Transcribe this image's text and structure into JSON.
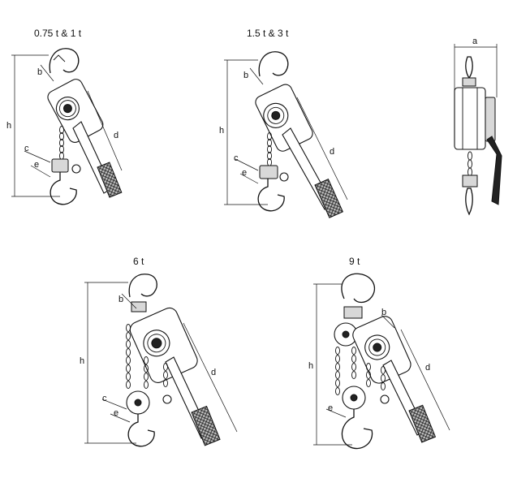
{
  "titles": {
    "hoist1": "0.75 t & 1 t",
    "hoist2": "1.5 t & 3 t",
    "hoist4": "6 t",
    "hoist5": "9 t"
  },
  "dims": {
    "a": "a",
    "b": "b",
    "c": "c",
    "d": "d",
    "e": "e",
    "h": "h"
  }
}
